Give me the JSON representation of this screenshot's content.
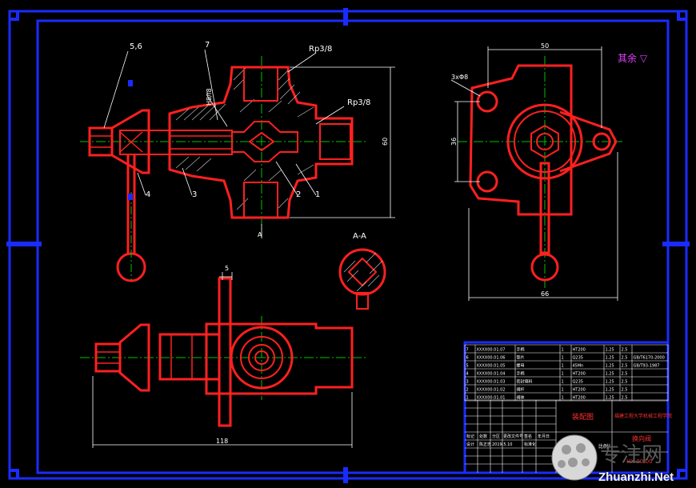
{
  "drawing": {
    "labels": {
      "balloon_56": "5,6",
      "balloon_7": "7",
      "balloon_4": "4",
      "balloon_3": "3",
      "balloon_2": "2",
      "balloon_1": "1",
      "thread_1": "Rp3/8",
      "thread_2": "Rp3/8",
      "fit": "H8/f8",
      "dim_height": "60",
      "dim_top_width": "50",
      "dim_hole": "3xΦ8",
      "dim_side": "36",
      "dim_bottom_width": "66",
      "dim_handle": "5",
      "dim_length": "118",
      "section_label": "A-A",
      "section_mark": "A",
      "surface_note": "其余 ▽"
    },
    "title_block": {
      "parts": [
        {
          "no": "7",
          "code": "XXXX00.01.07",
          "name": "手柄",
          "qty": "1",
          "mat": "HT200",
          "w1": "1.25",
          "w2": "2.5",
          "std": ""
        },
        {
          "no": "6",
          "code": "XXXX00.01.06",
          "name": "垫片",
          "qty": "1",
          "mat": "Q235",
          "w1": "1.25",
          "w2": "2.5",
          "std": "GB/T6170-2000"
        },
        {
          "no": "5",
          "code": "XXXX00.01.05",
          "name": "螺母",
          "qty": "1",
          "mat": "45Mn",
          "w1": "1.25",
          "w2": "2.5",
          "std": "GB/T93-1987"
        },
        {
          "no": "4",
          "code": "XXXX00.01.04",
          "name": "手柄",
          "qty": "1",
          "mat": "HT200",
          "w1": "1.25",
          "w2": "2.5",
          "std": ""
        },
        {
          "no": "3",
          "code": "XXXX00.01.03",
          "name": "密封填料",
          "qty": "1",
          "mat": "Q235",
          "w1": "1.25",
          "w2": "2.5",
          "std": ""
        },
        {
          "no": "2",
          "code": "XXXX00.01.02",
          "name": "阀杆",
          "qty": "1",
          "mat": "HT200",
          "w1": "1.25",
          "w2": "2.5",
          "std": ""
        },
        {
          "no": "1",
          "code": "XXXX00.01.01",
          "name": "阀体",
          "qty": "1",
          "mat": "HT200",
          "w1": "1.25",
          "w2": "2.5",
          "std": ""
        }
      ],
      "header_cells": [
        "标记",
        "处数",
        "分区",
        "更改文件号",
        "签名",
        "年月日"
      ],
      "designer_row": [
        "设计",
        "陈正忠",
        "2019.5.10",
        "标准化"
      ],
      "school": "福建工程大学机械工程学院",
      "drawing_title": "装配图",
      "part_name": "换向阀",
      "drawing_number": "HX-00-00",
      "scale_label": "比例"
    },
    "watermark": {
      "cn": "专注网",
      "en": "Zhuanzhi.Net"
    }
  }
}
